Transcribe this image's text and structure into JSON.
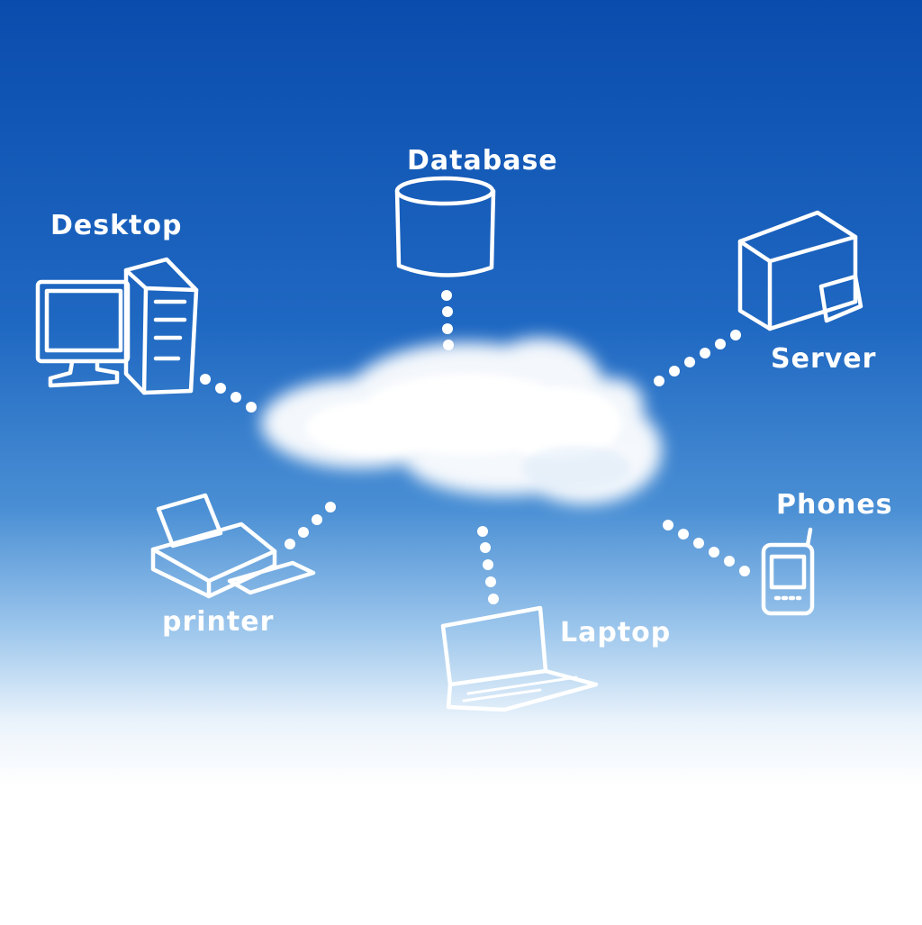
{
  "diagram": {
    "title": "Cloud computing network",
    "center": "cloud",
    "nodes": [
      {
        "id": "database",
        "label": "Database",
        "icon": "database-icon"
      },
      {
        "id": "desktop",
        "label": "Desktop",
        "icon": "desktop-computer-icon"
      },
      {
        "id": "server",
        "label": "Server",
        "icon": "server-icon"
      },
      {
        "id": "phones",
        "label": "Phones",
        "icon": "mobile-phone-icon"
      },
      {
        "id": "laptop",
        "label": "Laptop",
        "icon": "laptop-icon"
      },
      {
        "id": "printer",
        "label": "printer",
        "icon": "printer-icon"
      }
    ],
    "colors": {
      "sky_top": "#0a4cad",
      "sky_mid": "#3f87d2",
      "sky_light": "#b3d4f0",
      "ground": "#ffffff",
      "stroke": "#ffffff"
    }
  }
}
